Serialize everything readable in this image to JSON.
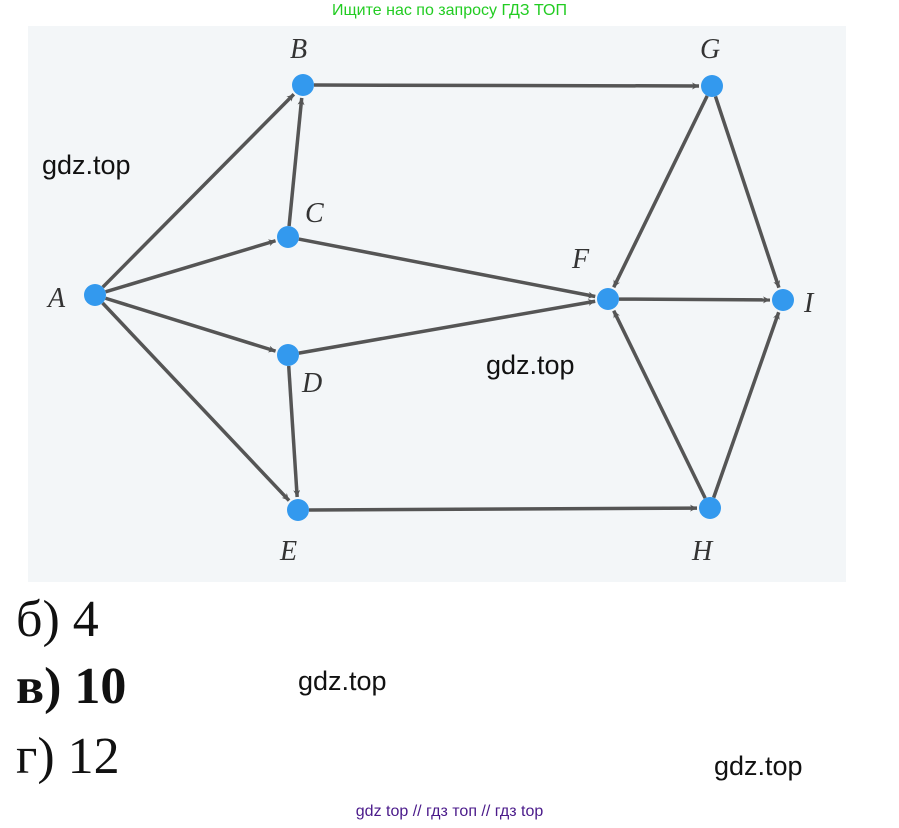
{
  "header": {
    "note": "Ищите нас по запросу ГДЗ ТОП"
  },
  "graph": {
    "nodes": [
      "A",
      "B",
      "C",
      "D",
      "E",
      "F",
      "G",
      "H",
      "I"
    ],
    "edges": [
      [
        "A",
        "B"
      ],
      [
        "A",
        "C"
      ],
      [
        "A",
        "D"
      ],
      [
        "A",
        "E"
      ],
      [
        "C",
        "B"
      ],
      [
        "B",
        "G"
      ],
      [
        "C",
        "F"
      ],
      [
        "D",
        "F"
      ],
      [
        "D",
        "E"
      ],
      [
        "E",
        "H"
      ],
      [
        "G",
        "F"
      ],
      [
        "G",
        "I"
      ],
      [
        "F",
        "I"
      ],
      [
        "H",
        "F"
      ],
      [
        "H",
        "I"
      ]
    ],
    "node_color": "#3399ee",
    "edge_color": "#555555"
  },
  "watermarks": [
    "gdz.top",
    "gdz.top",
    "gdz.top",
    "gdz.top"
  ],
  "answers": [
    {
      "text": "б) 4"
    },
    {
      "text": "в) 10"
    },
    {
      "text": "г) 12"
    }
  ],
  "footer": {
    "text": "gdz top  //  гдз топ  //  гдз top"
  }
}
